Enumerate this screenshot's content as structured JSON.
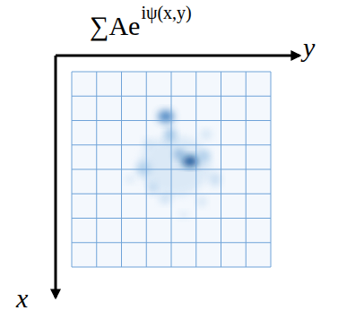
{
  "diagram": {
    "labels": [
      "∑Ae",
      "iψ(x,y)",
      "y",
      "x"
    ]
  }
}
